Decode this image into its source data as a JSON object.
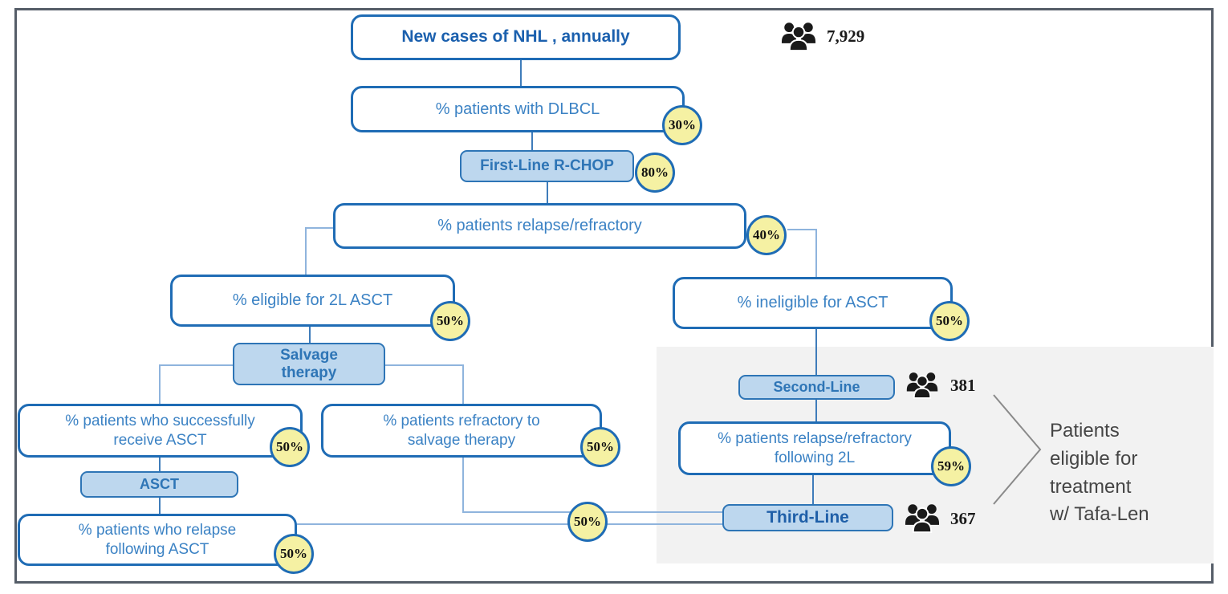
{
  "nodes": {
    "nhl": {
      "label": "New cases of NHL , annually",
      "count": "7,929"
    },
    "dlbcl": {
      "label": "% patients with DLBCL",
      "pct": "30%"
    },
    "rchop": {
      "label": "First-Line R-CHOP",
      "pct": "80%"
    },
    "relapse": {
      "label": "% patients relapse/refractory",
      "pct": "40%"
    },
    "eligible": {
      "label": "% eligible for 2L ASCT",
      "pct": "50%"
    },
    "salvage": {
      "label": "Salvage\ntherapy"
    },
    "succeed": {
      "label": "% patients who successfully\nreceive ASCT",
      "pct": "50%"
    },
    "asct": {
      "label": "ASCT"
    },
    "relapse_asct": {
      "label": "% patients who relapse\nfollowing ASCT",
      "pct": "50%"
    },
    "refractory": {
      "label": "% patients refractory to\nsalvage therapy",
      "pct": "50%"
    },
    "ineligible": {
      "label": "% ineligible for ASCT",
      "pct": "50%"
    },
    "second_line": {
      "label": "Second-Line",
      "count": "381"
    },
    "following_2l": {
      "label": "% patients relapse/refractory\nfollowing 2L",
      "pct": "59%"
    },
    "third_line": {
      "label": "Third-Line",
      "count": "367",
      "pct": "50%"
    }
  },
  "annotation": {
    "text": "Patients\neligible for\ntreatment\nw/ Tafa-Len"
  },
  "colors": {
    "box_border_blue": "#1f6cb5",
    "box_text_blue": "#3b82c4",
    "filled_box_blue": "#bdd7ee",
    "badge_yellow": "#f5f1a3",
    "gray_panel": "#f2f2f2",
    "people_icon_black": "#1a1a1a",
    "annotation_gray": "#454545"
  }
}
